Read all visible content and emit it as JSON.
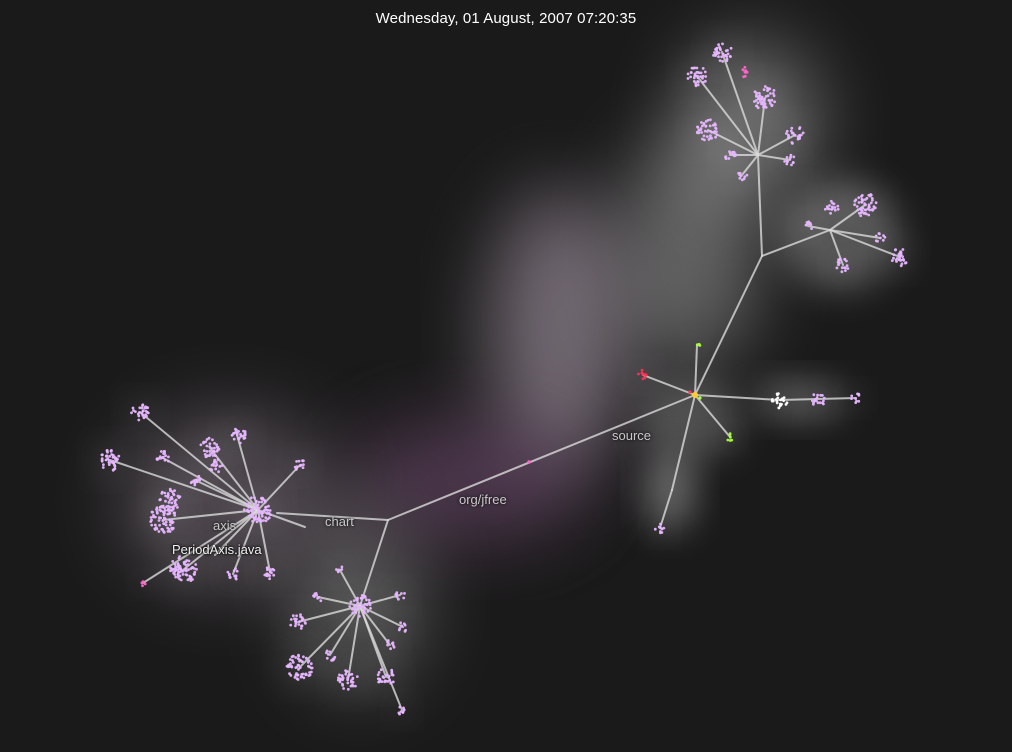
{
  "window": {
    "timestamp": "Wednesday, 01 August, 2007 07:20:35"
  },
  "labels": {
    "source": "source",
    "org_jfree": "org/jfree",
    "chart": "chart",
    "axis": "axis",
    "active_file": "PeriodAxis.java"
  },
  "colors": {
    "background": "#1a1a1a",
    "edge": "#d9d9d9",
    "file_node": "#e6b6ff",
    "file_node_alt": "#ff66cc",
    "highlight_green": "#a8ff3a",
    "highlight_red": "#ff3355",
    "glow_purple": "#8a5a8a",
    "glow_white": "#ffffff"
  }
}
